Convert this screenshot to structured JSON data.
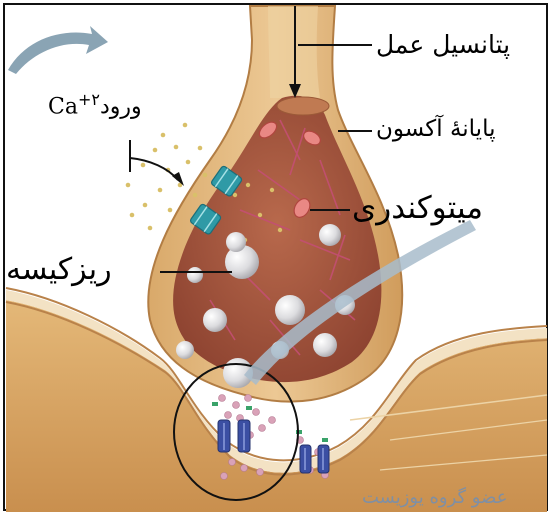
{
  "labels": {
    "action_potential": "پتانسیل عمل",
    "axon_terminal": "پایانهٔ آکسون",
    "calcium_entry_word": "ورود",
    "calcium_symbol": "Ca",
    "calcium_charge": "+۲",
    "mitochondrion": "میتوکندری",
    "vesicle": "ریزکیسه",
    "watermark": "عضو گروه یوزیست"
  },
  "colors": {
    "axon_outer": "#e2b97c",
    "axon_inner": "#d5a466",
    "cytoplasm": "#a8563e",
    "cytoplasm_dark": "#8d4230",
    "postsynaptic": "#d9aa62",
    "cleft": "#f3e2c4",
    "vesicle": "#e9e9ea",
    "channel_teal": "#2f9aa6",
    "receptor_blue": "#3b4fa3",
    "calcium_dot": "#d9c06a",
    "arrow": "#8aa4b4",
    "neurotransmitter": "#d9a2b8",
    "watermark": "#7f8fa4"
  }
}
